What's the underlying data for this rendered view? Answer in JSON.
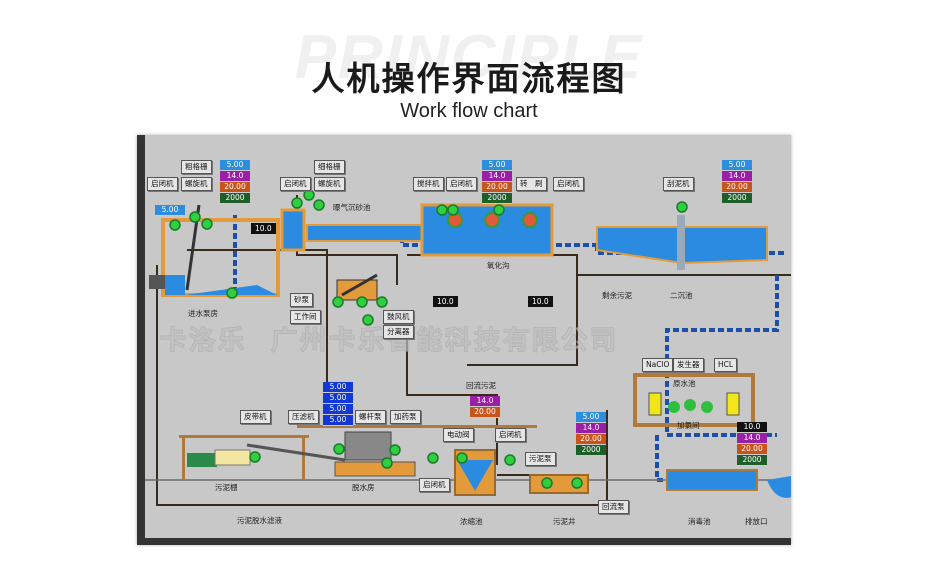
{
  "header": {
    "background_word": "PRINCIPLE",
    "title": "人机操作界面流程图",
    "subtitle": "Work flow chart"
  },
  "watermark": {
    "logo_text": "卡洛乐",
    "company": "广州卡乐智能科技有限公司"
  },
  "diagram": {
    "labels": {
      "coarse_grid": "粗格栅",
      "fine_grid": "细格栅",
      "hoist1": "启闭机",
      "screw1": "螺旋机",
      "hoist2": "启闭机",
      "screw2": "螺旋机",
      "mixer": "搅拌机",
      "hoist3": "启闭机",
      "rotary_brush": "转　刷",
      "hoist4": "启闭机",
      "scraper": "刮泥机",
      "sand_pump": "砂泵",
      "work_room": "工作间",
      "blower": "鼓风机",
      "separator": "分离器",
      "belt_machine": "皮带机",
      "filter_press": "压滤机",
      "screw_pump": "螺杆泵",
      "dosing_pump": "加药泵",
      "electric_valve": "电动阀",
      "hoist5": "启闭机",
      "sludge_pump": "污泥泵",
      "hoist6": "启闭机",
      "return_pump": "回流泵",
      "naclo": "NaClO",
      "generator": "发生器",
      "hcl": "HCL"
    },
    "captions": {
      "inlet_pump_room": "进水泵房",
      "aerated_grit": "曝气沉砂池",
      "oxidation_ditch": "氧化沟",
      "secondary_clarifier": "二沉池",
      "excess_sludge": "剩余污泥",
      "return_sludge": "回流污泥",
      "sludge_shed": "污泥棚",
      "dewater_room": "脱水房",
      "sludge_dewater_filtrate": "污泥脱水滤液",
      "concentration_tank": "浓缩池",
      "sludge_well": "污泥井",
      "disinfection_tank": "消毒池",
      "outfall": "排放口",
      "dosing_room": "加氯间",
      "raw_tank": "原水池"
    },
    "readouts": {
      "inlet_level": "5.00",
      "pipe1": "10.0",
      "pipe2": "10.0",
      "pipe3": "10.0",
      "outlet_ph": "10.0"
    },
    "value_boxes": [
      {
        "id": "inlet",
        "values": [
          "5.00",
          "14.0",
          "20.00",
          "2000"
        ]
      },
      {
        "id": "oxidation",
        "values": [
          "5.00",
          "14.0",
          "20.00",
          "2000"
        ]
      },
      {
        "id": "clarifier",
        "values": [
          "5.00",
          "14.0",
          "20.00",
          "2000"
        ]
      },
      {
        "id": "dewater",
        "values": [
          "5.00",
          "5.00",
          "5.00",
          "5.00"
        ]
      },
      {
        "id": "concentration",
        "values": [
          "14.0",
          "20.00"
        ]
      },
      {
        "id": "sludge_well",
        "values": [
          "5.00",
          "14.0",
          "20.00",
          "2000"
        ]
      },
      {
        "id": "outlet",
        "values": [
          "10.0",
          "14.0",
          "20.00",
          "2000"
        ]
      }
    ]
  }
}
